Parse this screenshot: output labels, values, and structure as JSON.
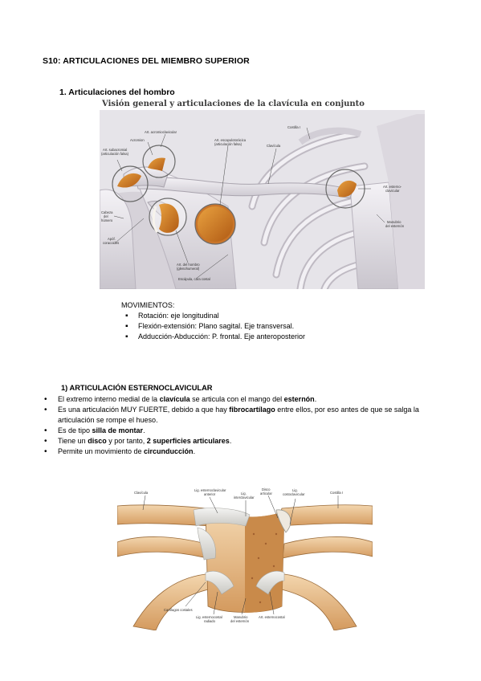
{
  "doc": {
    "title": "S10: ARTICULACIONES DEL MIEMBRO SUPERIOR",
    "section1_heading": "1.  Articulaciones del hombro"
  },
  "figure1": {
    "title": "Visión general y articulaciones de la clavícula en conjunto",
    "labels": {
      "costilla": "Costilla I",
      "acromioclavicular": "Art. acromioclavicular",
      "acromion": "Acromion",
      "escapulotoracica_1": "Art. escapulotorácica",
      "escapulotoracica_2": "(articulación falsa)",
      "clavicula": "Clavícula",
      "subacromial_1": "Art. subacromial",
      "subacromial_2": "(articulación falsa)",
      "esternoclavicular_1": "Art. esterno-",
      "esternoclavicular_2": "clavicular",
      "cabeza_1": "Cabeza",
      "cabeza_2": "del",
      "cabeza_3": "húmero",
      "manubrio_1": "Manubrio",
      "manubrio_2": "del esternón",
      "apofisis_1": "Apóf.",
      "apofisis_2": "coracoides",
      "hombro_1": "Art. del hombro",
      "hombro_2": "(glenohumeral)",
      "escapula": "Escápula, cara costal"
    }
  },
  "movements": {
    "title": "MOVIMIENTOS:",
    "items": [
      "Rotación: eje longitudinal",
      "Flexión-extensión: Plano sagital. Eje transversal.",
      "Adducción-Abducción: P. frontal. Eje anteroposterior"
    ]
  },
  "section2": {
    "heading": "1)   ARTICULACIÓN ESTERNOCLAVICULAR",
    "bullets": [
      {
        "pre": "El extremo interno medial de la ",
        "b1": "clavícula",
        "mid": " se articula con el mango del ",
        "b2": "esternón",
        "post": "."
      },
      {
        "pre": "Es una articulación MUY FUERTE, debido a que hay ",
        "b1": "fibrocartílago",
        "mid": " entre ellos, por eso antes de que se salga la articulación se rompe el hueso.",
        "b2": "",
        "post": ""
      },
      {
        "pre": "Es de tipo ",
        "b1": "silla de montar",
        "mid": ".",
        "b2": "",
        "post": ""
      },
      {
        "pre": "Tiene un ",
        "b1": "disco",
        "mid": " y por tanto, ",
        "b2": "2 superficies articulares",
        "post": "."
      },
      {
        "pre": "Permite un movimiento de ",
        "b1": "circunducción",
        "mid": ".",
        "b2": "",
        "post": ""
      }
    ]
  },
  "figure2": {
    "labels": {
      "clavicula": "Clavícula",
      "lig_ant_1": "Lig. esternoclavicular",
      "lig_ant_2": "anterior",
      "lig_inter_1": "Lig.",
      "lig_inter_2": "interclavicular",
      "disco_1": "Disco",
      "disco_2": "articular",
      "lig_costo_1": "Lig.",
      "lig_costo_2": "costoclavicular",
      "costilla": "Costilla I",
      "cartilagos": "Cartílagos costales",
      "lig_radiado_1": "Lig. esternocostal",
      "lig_radiado_2": "radiado",
      "manubrio_1": "Manubrio",
      "manubrio_2": "del esternón",
      "art_esternocostal": "Art. esternocostal"
    }
  }
}
